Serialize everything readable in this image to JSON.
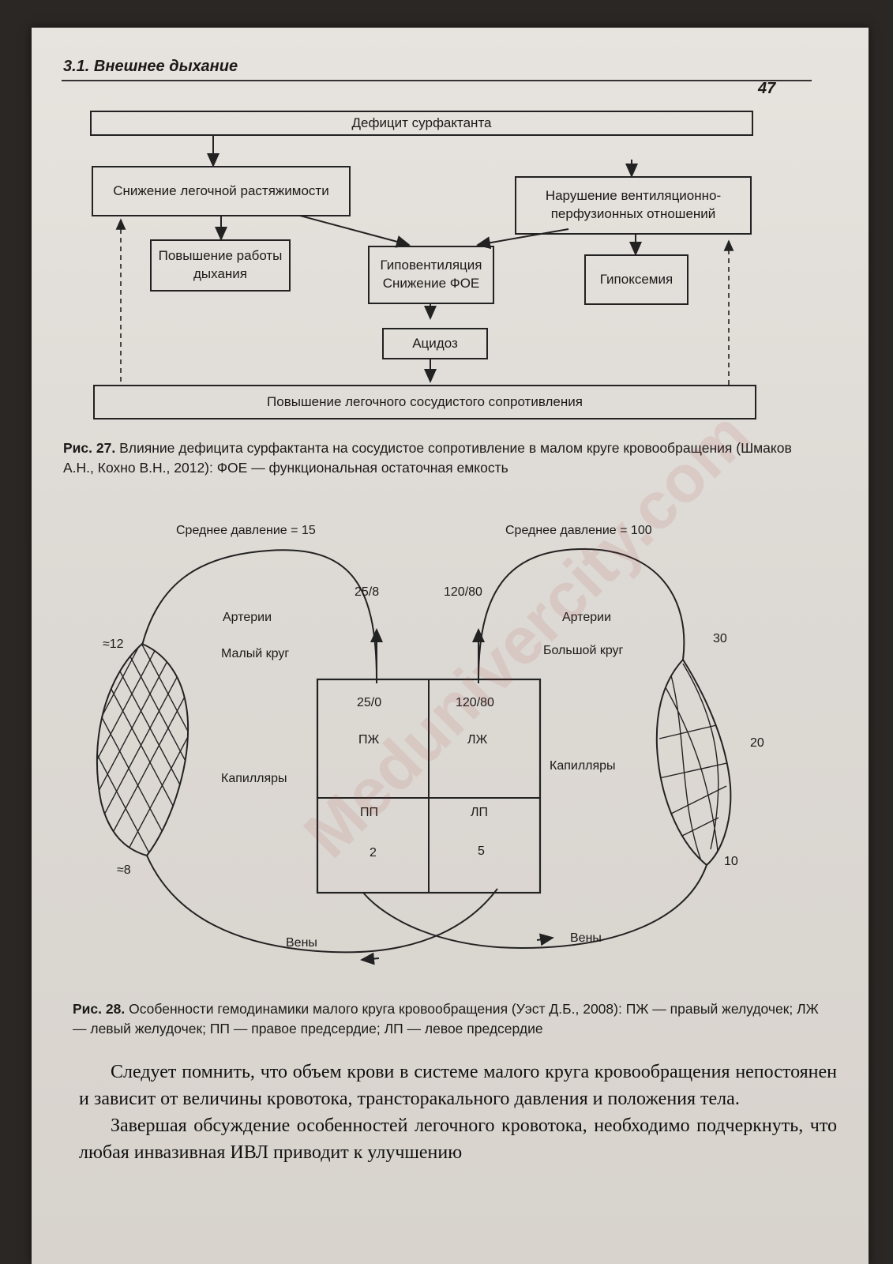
{
  "header": {
    "title": "3.1. Внешнее дыхание",
    "page_number": "47"
  },
  "fig27": {
    "boxes": {
      "deficit": "Дефицит сурфактанта",
      "compliance": "Снижение легочной растяжимости",
      "vq": "Нарушение вентиляционно-перфузионных отношений",
      "work": "Повышение работы дыхания",
      "hypovent": "Гиповентиляция Снижение ФОЕ",
      "hypoxemia": "Гипоксемия",
      "acidosis": "Ацидоз",
      "pvr": "Повышение легочного сосудистого сопротивления"
    },
    "caption_label": "Рис. 27.",
    "caption_text": "Влияние дефицита сурфактанта на сосудистое сопротивление в малом круге кровообращения (Шмаков А.Н., Кохно В.Н., 2012): ФОЕ — функциональная остаточная емкость"
  },
  "fig28": {
    "mean_left": "Среднее давление = 15",
    "mean_right": "Среднее давление = 100",
    "p_25_8": "25/8",
    "p_120_80_top": "120/80",
    "arteries_left": "Артерии",
    "small_circle": "Малый круг",
    "arteries_right": "Артерии",
    "big_circle": "Большой круг",
    "approx12": "≈12",
    "approx8": "≈8",
    "n30": "30",
    "n20": "20",
    "n10": "10",
    "capillaries_left": "Капилляры",
    "capillaries_right": "Капилляры",
    "rv_pressure": "25/0",
    "rv": "ПЖ",
    "lv_pressure": "120/80",
    "lv_label": "ЛЖ",
    "ra": "ПП",
    "ra_value": "2",
    "la": "ЛП",
    "la_value": "5",
    "veins_left": "Вены",
    "veins_right": "Вены",
    "caption_label": "Рис. 28.",
    "caption_text": "Особенности гемодинамики малого круга кровообращения (Уэст Д.Б., 2008): ПЖ — правый желудочек; ЛЖ — левый желудочек; ПП — правое предсердие; ЛП — левое предсердие"
  },
  "body": {
    "p1": "Следует помнить, что объем крови в системе малого круга кровообращения непостоянен и зависит от величины кровотока, трансторакального давления и положения тела.",
    "p2": "Завершая обсуждение особенностей легочного кровотока, необходимо подчеркнуть, что любая инвазивная ИВЛ приводит к улучшению"
  },
  "watermark": "Medunivercity.com"
}
